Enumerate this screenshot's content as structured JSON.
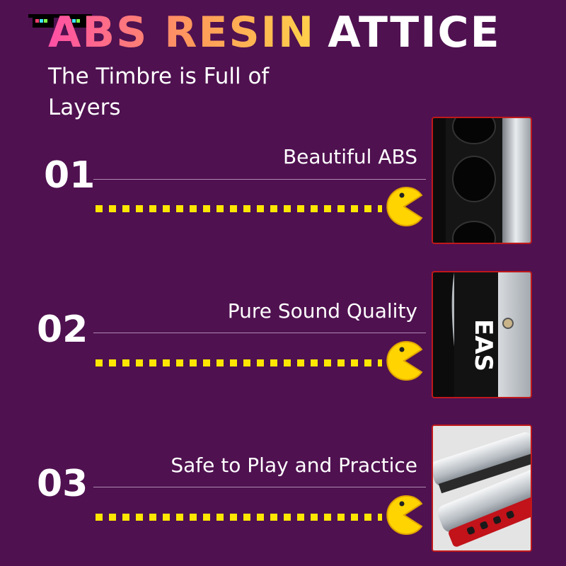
{
  "title": {
    "part1": "ABS RESIN",
    "part2": "ATTICE"
  },
  "subtitle": "The Timbre is Full of Layers",
  "features": [
    {
      "number": "01",
      "label": "Beautiful  ABS"
    },
    {
      "number": "02",
      "label": "Pure Sound Quality"
    },
    {
      "number": "03",
      "label": "Safe to Play and Practice"
    }
  ],
  "photos": {
    "brand_text": "EAS"
  },
  "colors": {
    "background": "#4f1150",
    "dots": "#ffe600",
    "pacman": "#ffd400",
    "photo_border": "#c0181a"
  }
}
